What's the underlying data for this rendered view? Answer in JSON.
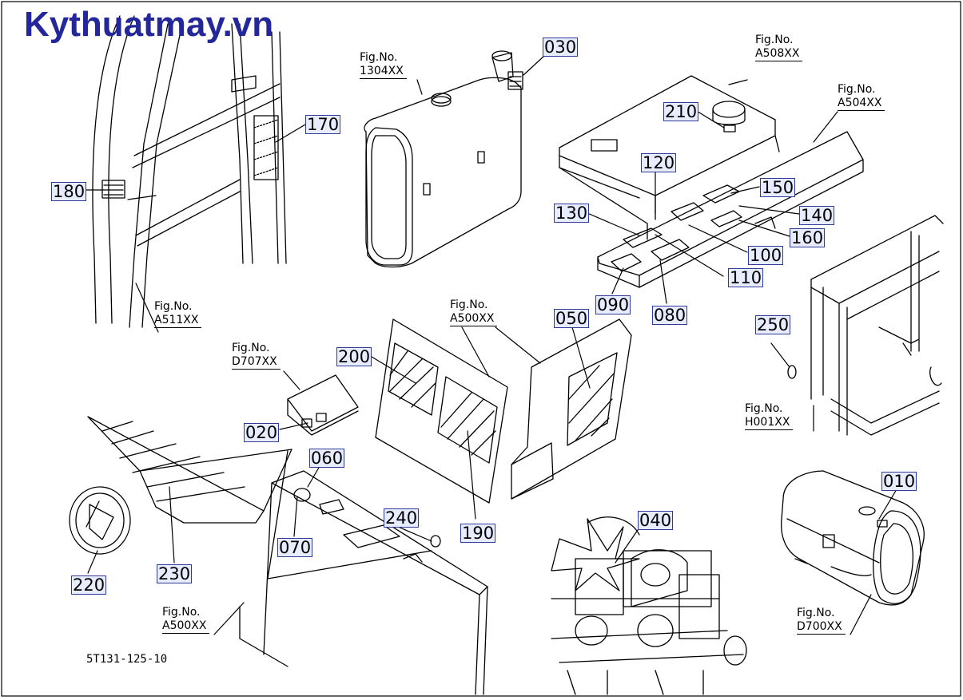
{
  "brand": "Kythuatmay.vn",
  "doc_number": "5T131-125-10",
  "fig_refs": [
    {
      "key": "1304",
      "label": "Fig.No.",
      "code": "1304XX"
    },
    {
      "key": "a508",
      "label": "Fig.No.",
      "code": "A508XX"
    },
    {
      "key": "a504",
      "label": "Fig.No.",
      "code": "A504XX"
    },
    {
      "key": "a511",
      "label": "Fig.No.",
      "code": "A511XX"
    },
    {
      "key": "d707",
      "label": "Fig.No.",
      "code": "D707XX"
    },
    {
      "key": "a500a",
      "label": "Fig.No.",
      "code": "A500XX"
    },
    {
      "key": "h001",
      "label": "Fig.No.",
      "code": "H001XX"
    },
    {
      "key": "a500b",
      "label": "Fig.No.",
      "code": "A500XX"
    },
    {
      "key": "d700",
      "label": "Fig.No.",
      "code": "D700XX"
    }
  ],
  "callouts": [
    "030",
    "170",
    "180",
    "210",
    "120",
    "150",
    "130",
    "140",
    "160",
    "100",
    "110",
    "090",
    "080",
    "250",
    "200",
    "050",
    "020",
    "060",
    "240",
    "070",
    "190",
    "040",
    "010",
    "220",
    "230"
  ],
  "colors": {
    "brand": "#23279a",
    "callout_fill": "#e8ecff",
    "callout_border": "#2f3a9a",
    "line": "#000000"
  }
}
